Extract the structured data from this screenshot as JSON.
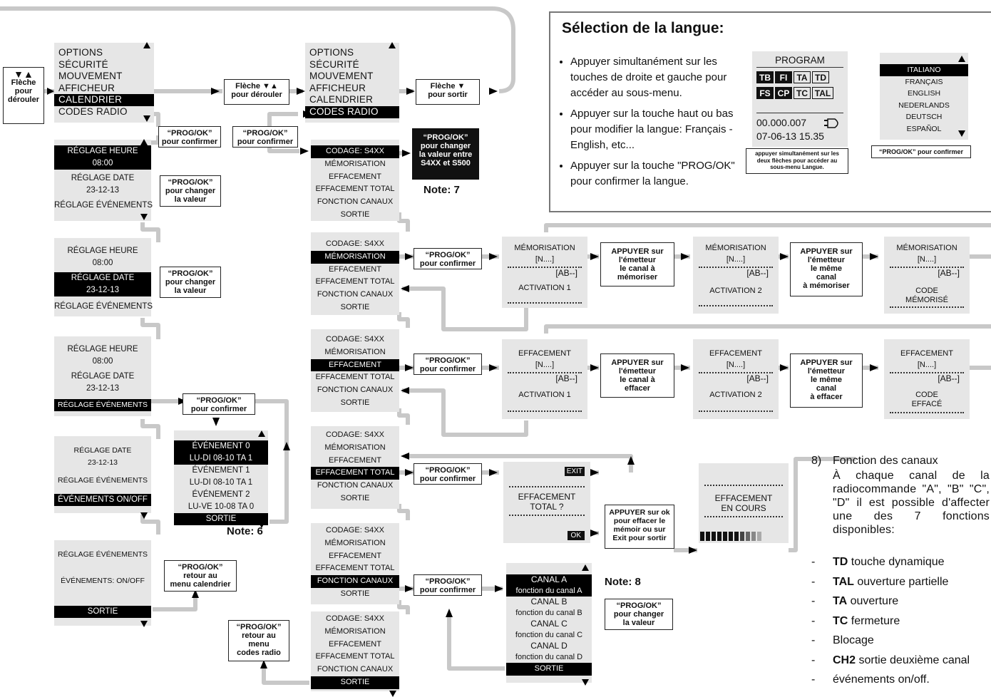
{
  "main_menu": {
    "items": [
      "OPTIONS",
      "SÉCURITÉ",
      "MOUVEMENT",
      "AFFICHEUR",
      "CALENDRIER",
      "CODES RADIO"
    ],
    "selected_first": "CALENDRIER",
    "selected_second": "CODES RADIO"
  },
  "labels": {
    "scroll_small": [
      "Flèche",
      "pour",
      "dérouler"
    ],
    "scroll_small_arrows": "▼▲",
    "scroll_mid": "Flèche ▼▲",
    "scroll_mid2": "pour dérouler",
    "exit": "Flèche ▼",
    "exit2": "pour sortir",
    "prog_ok": "“PROG/OK”",
    "pour_confirmer": "pour confirmer",
    "pour_changer": "pour changer",
    "la_valeur": "la valeur",
    "value_between": [
      "“PROG/OK”",
      "pour changer",
      "la valeur entre",
      "S4XX et S500"
    ],
    "retour_cal": [
      "“PROG/OK”",
      "retour au",
      "menu calendrier"
    ],
    "retour_radio": [
      "“PROG/OK”",
      "retour au",
      "menu",
      "codes radio"
    ],
    "appuyer_memo1": [
      "APPUYER sur",
      "l'émetteur",
      "le canal à",
      "mémoriser"
    ],
    "appuyer_memo2": [
      "APPUYER sur",
      "l'émetteur",
      "le même",
      "canal",
      "à mémoriser"
    ],
    "appuyer_eff1": [
      "APPUYER sur",
      "l'émetteur",
      "le canal à",
      "effacer"
    ],
    "appuyer_eff2": [
      "APPUYER sur",
      "l'émetteur",
      "le même",
      "canal",
      "à effacer"
    ],
    "appuyer_ok": [
      "APPUYER sur ok",
      "pour effacer le",
      "mémoir ou sur",
      "Exit pour sortir"
    ]
  },
  "notes": {
    "n6": "Note: 6",
    "n7": "Note: 7",
    "n8": "Note: 8"
  },
  "calendar": {
    "heure_label": "RÉGLAGE HEURE",
    "heure_value": "08:00",
    "date_label": "RÉGLAGE DATE",
    "date_value": "23-12-13",
    "events_label": "RÉGLAGE ÉVÉNEMENTS",
    "onoff_label": "ÉVÉNEMENTS ON/OFF",
    "onoff_value": "ÉVÉNEMENTS: ON/OFF",
    "exit": "SORTIE"
  },
  "events_list": [
    "ÉVÉNEMENT 0",
    "LU-DI 08-10 TA 1",
    "ÉVÉNEMENT 1",
    "LU-DI 08-10 TA 1",
    "ÉVÉNEMENT 2",
    "LU-VE 10-08 TA 0",
    "SORTIE"
  ],
  "radio_menu": [
    "CODAGE: S4XX",
    "MÉMORISATION",
    "EFFACEMENT",
    "EFFACEMENT TOTAL",
    "FONCTION CANAUX",
    "SORTIE"
  ],
  "process": {
    "memo_title": "MÉMORISATION",
    "eff_title": "EFFACEMENT",
    "n_placeholder": "[N....]",
    "ab": "[AB--]",
    "act1": "ACTIVATION 1",
    "act2": "ACTIVATION 2",
    "code": "CODE",
    "memorise": "MÉMORISÉ",
    "efface": "EFFACÉ",
    "eff_total_q1": "EFFACEMENT",
    "eff_total_q2": "TOTAL ?",
    "exit": "EXIT",
    "ok": "OK",
    "en_cours1": "EFFACEMENT",
    "en_cours2": "EN COURS"
  },
  "canals": [
    "CANAL A",
    "fonction du canal A",
    "CANAL B",
    "fonction du canal B",
    "CANAL C",
    "fonction du canal C",
    "CANAL D",
    "fonction du canal D",
    "SORTIE"
  ],
  "language": {
    "title": "Sélection de la langue:",
    "bullets": [
      "Appuyer simultanément sur les touches de droite et gauche pour accéder au sous-menu.",
      "Appuyer sur la touche haut ou bas pour modifier la langue: Français - English, etc...",
      "Appuyer sur la touche \"PROG/OK\" pour confirmer la langue."
    ],
    "program_title": "PROGRAM",
    "keys_row1": [
      "TB",
      "FI",
      "TA",
      "TD"
    ],
    "keys_row2": [
      "FS",
      "CP",
      "TC",
      "TAL"
    ],
    "display_line1": "00.000.007",
    "display_line2": "07-06-13  15.35",
    "caption": [
      "appuyer simultanément sur les",
      "deux flèches pour accéder au",
      "sous-menu Langue."
    ],
    "languages": [
      "ITALIANO",
      "FRANÇAIS",
      "ENGLISH",
      "NEDERLANDS",
      "DEUTSCH",
      "ESPAÑOL"
    ],
    "confirm": "“PROG/OK” pour confirmer"
  },
  "section8": {
    "num": "8)",
    "title": "Fonction des canaux",
    "para": "À chaque canal de la radiocommande \"A\", \"B\" \"C\", \"D\" il est possible d'affecter une des 7 fonctions disponibles:",
    "items": [
      {
        "b": "TD",
        "t": " touche dynamique"
      },
      {
        "b": "TAL",
        "t": " ouverture partielle"
      },
      {
        "b": "TA",
        "t": "  ouverture"
      },
      {
        "b": "TC",
        "t": "  fermeture"
      },
      {
        "b": "",
        "t": "Blocage"
      },
      {
        "b": "CH2",
        "t": " sortie deuxième canal"
      },
      {
        "b": "",
        "t": "événements on/off."
      }
    ]
  }
}
